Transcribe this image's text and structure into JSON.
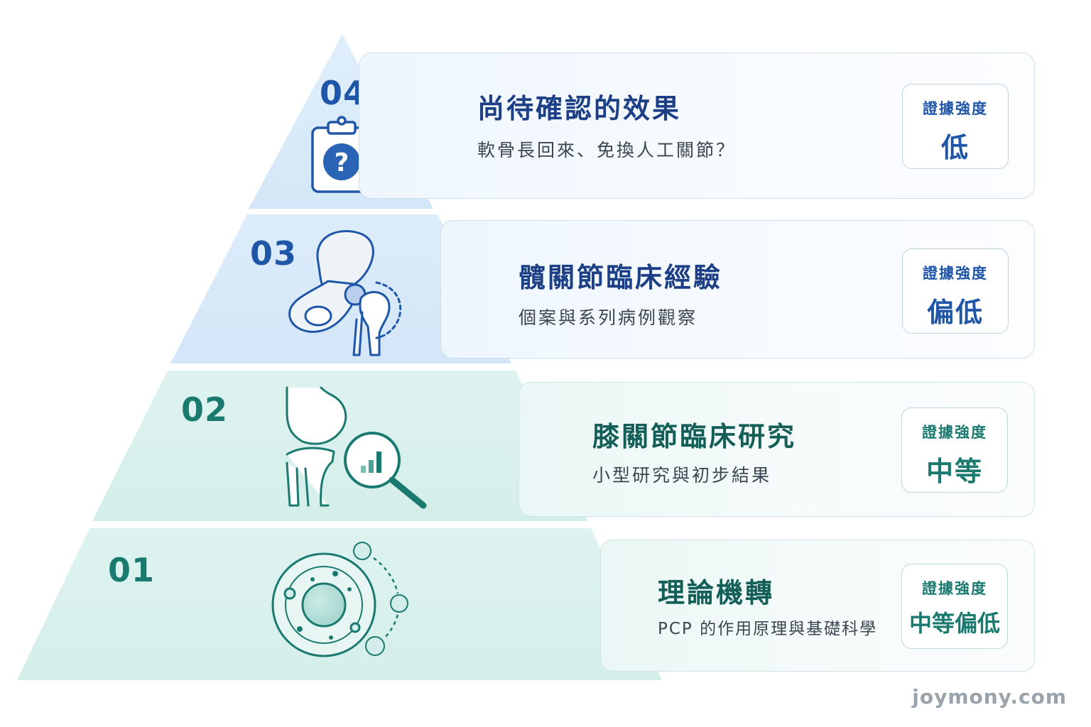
{
  "levels": [
    {
      "number": "04",
      "title": "尚待確認的效果",
      "subtitle": "軟骨長回來、免換人工關節？",
      "badge_label": "證據強度",
      "badge_value": "低",
      "icon": "clipboard-question-icon"
    },
    {
      "number": "03",
      "title": "髖關節臨床經驗",
      "subtitle": "個案與系列病例觀察",
      "badge_label": "證據強度",
      "badge_value": "偏低",
      "icon": "hip-joint-icon"
    },
    {
      "number": "02",
      "title": "膝關節臨床研究",
      "subtitle": "小型研究與初步結果",
      "badge_label": "證據強度",
      "badge_value": "中等",
      "icon": "knee-joint-magnifier-icon"
    },
    {
      "number": "01",
      "title": "理論機轉",
      "subtitle": "PCP 的作用原理與基礎科學",
      "badge_label": "證據強度",
      "badge_value": "中等偏低",
      "icon": "cell-icon"
    }
  ],
  "footer": "joymony.com",
  "colors": {
    "blue_dark": "#1c3f86",
    "blue": "#1f56a8",
    "teal_dark": "#135f57",
    "teal": "#1b7a70",
    "tier_blue_light": "#e6f1fc",
    "tier_blue": "#dcecfb",
    "tier_teal": "#ddf3ef"
  }
}
